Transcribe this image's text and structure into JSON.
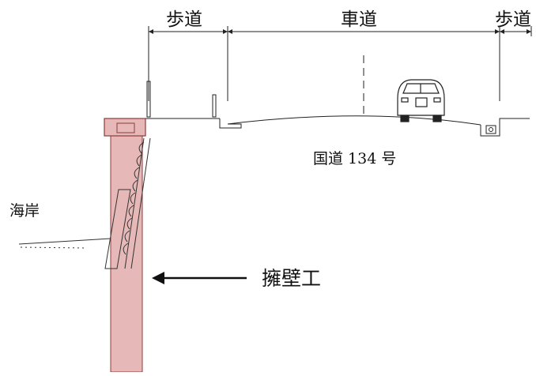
{
  "labels": {
    "sidewalk_left": "歩道",
    "roadway": "車道",
    "sidewalk_right": "歩道",
    "route": "国道 134 号",
    "coast": "海岸",
    "retaining_wall": "擁壁工"
  },
  "colors": {
    "wall_fill": "#e6b9b8",
    "wall_stroke": "#8c3b3b",
    "line": "#222222"
  },
  "icons": {
    "vehicle": "car-icon",
    "pointer": "arrow-left-icon"
  }
}
